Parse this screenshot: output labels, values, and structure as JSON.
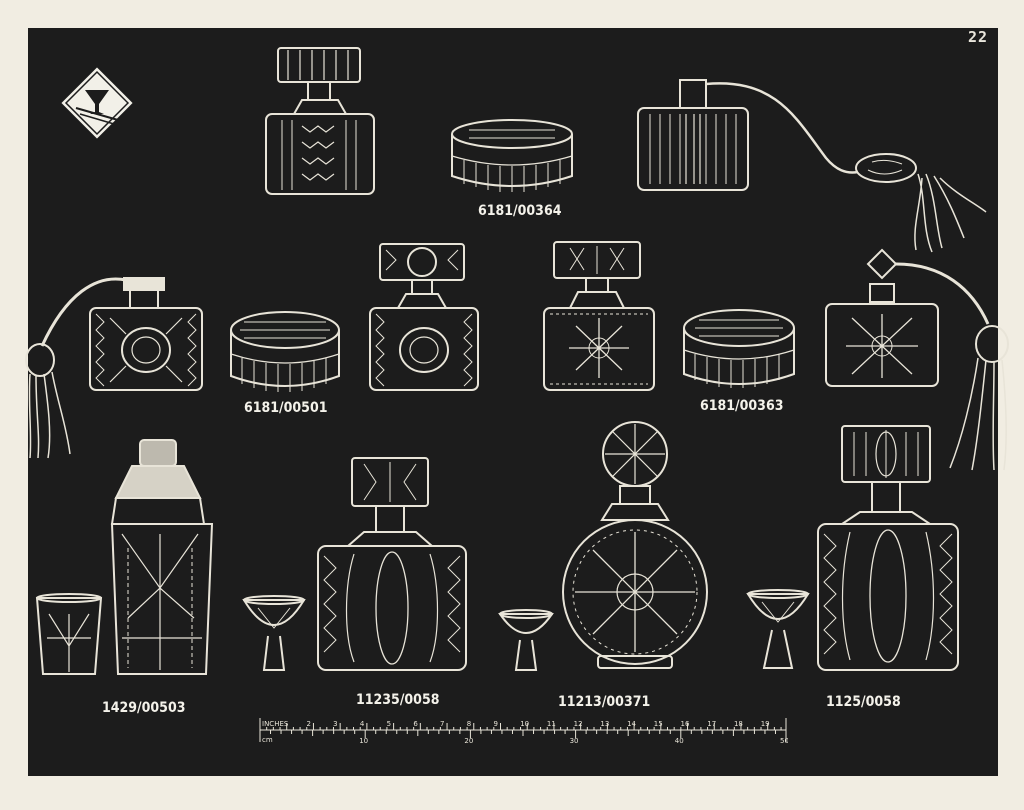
{
  "page": {
    "number": "22"
  },
  "logo": {
    "name": "manufacturer-logo-icon"
  },
  "codes": [
    {
      "id": "6181-00364",
      "text": "6181/00364"
    },
    {
      "id": "6181-00501",
      "text": "6181/00501"
    },
    {
      "id": "6181-00363",
      "text": "6181/00363"
    },
    {
      "id": "1429-00503",
      "text": "1429/00503"
    },
    {
      "id": "11235-0058",
      "text": "11235/0058"
    },
    {
      "id": "11213-00371",
      "text": "11213/00371"
    },
    {
      "id": "1125-0058",
      "text": "1125/0058"
    }
  ],
  "ruler": {
    "inches_label": "INCHES",
    "cm_label": "cm",
    "inch_marks": [
      "2",
      "3",
      "4",
      "5",
      "6",
      "7",
      "8",
      "9",
      "10",
      "11",
      "12",
      "13",
      "14",
      "15",
      "16",
      "17",
      "18",
      "19"
    ],
    "cm_marks": [
      "10",
      "20",
      "30",
      "40",
      "50"
    ]
  },
  "colors": {
    "plate": "#1c1c1c",
    "paper": "#f1ede2",
    "glass": "#e8e4d8"
  }
}
